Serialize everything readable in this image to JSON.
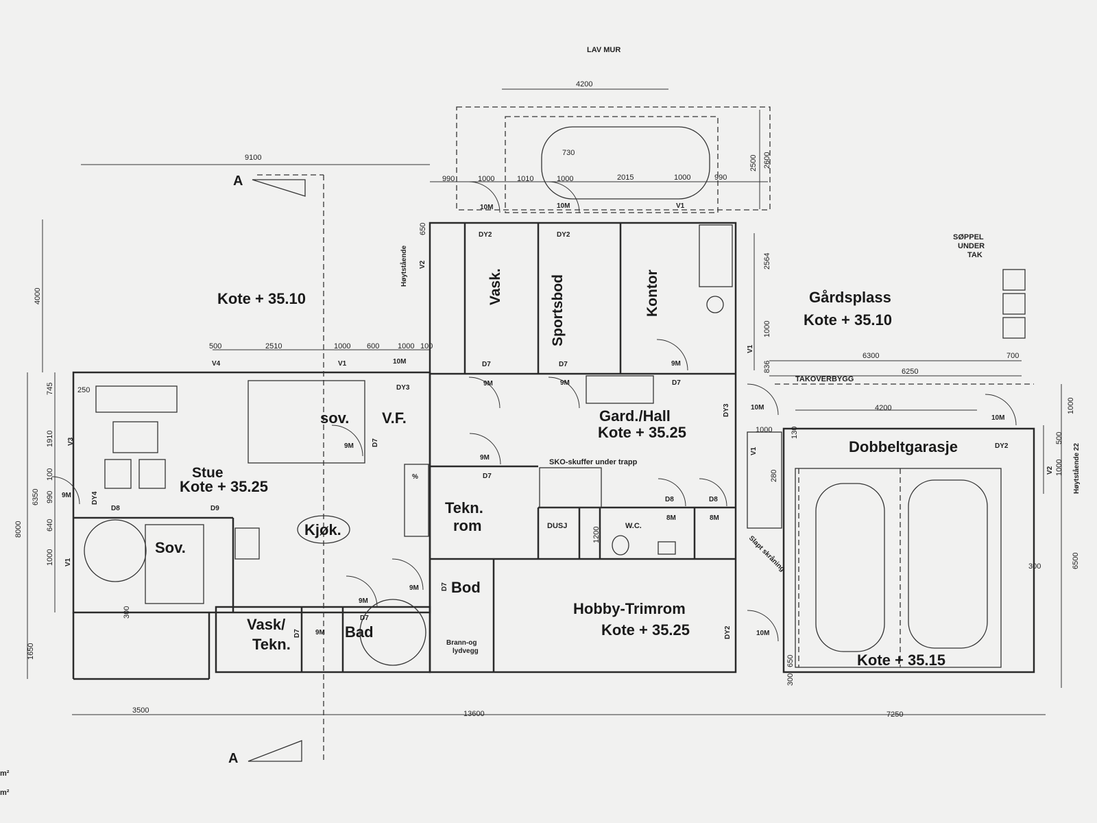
{
  "rooms": {
    "vask": "Vask.",
    "sportsbod": "Sportsbod",
    "kontor": "Kontor",
    "gardsplass_name": "Gårdsplass",
    "gardsplass_kote": "Kote + 35.10",
    "kote_left": "Kote + 35.10",
    "sov_small": "sov.",
    "vf": "V.F.",
    "hall_name": "Gard./Hall",
    "hall_kote": "Kote + 35.25",
    "garage_name": "Dobbeltgarasje",
    "garage_kote": "Kote + 35.15",
    "stue_name": "Stue",
    "stue_kote": "Kote + 35.25",
    "kjokken": "Kjøk.",
    "sov": "Sov.",
    "tekn_rom_1": "Tekn.",
    "tekn_rom_2": "rom",
    "dusj": "DUSJ",
    "wc": "W.C.",
    "bod": "Bod",
    "hobby_name": "Hobby-Trimrom",
    "hobby_kote": "Kote + 35.25",
    "vask_tekn_1": "Vask/",
    "vask_tekn_2": "Tekn.",
    "bad": "Bad"
  },
  "notes": {
    "lav_mur": "LAV MUR",
    "soppel_1": "SØPPEL",
    "soppel_2": "UNDER",
    "soppel_3": "TAK",
    "takoverbygg": "TAKOVERBYGG",
    "sko": "SKO-skuffer under trapp",
    "hoytstaende": "Høytstående",
    "hoytstaende_22": "Høytstående 22",
    "brann_1": "Brann-og",
    "brann_2": "lydvegg",
    "skraning": "Slapt skråning",
    "section_a": "A",
    "m2": "m²"
  },
  "dimensions": {
    "d4200_top": "4200",
    "d9100": "9100",
    "d4000": "4000",
    "d990a": "990",
    "d1000a": "1000",
    "d1010": "1010",
    "d1000b": "1000",
    "d2015": "2015",
    "d1000c": "1000",
    "d990b": "990",
    "d730": "730",
    "d2500": "2500",
    "d2600": "2600",
    "d650a": "650",
    "d2564": "2564",
    "d1000d": "1000",
    "d836": "836",
    "d6300": "6300",
    "d700": "700",
    "d6250": "6250",
    "d4200_mid": "4200",
    "d1000e": "1000",
    "d500a": "500",
    "d500b": "500",
    "d2510": "2510",
    "d1000f": "1000",
    "d600": "600",
    "d1000g": "1000",
    "d100": "100",
    "d745": "745",
    "d250": "250",
    "d1910": "1910",
    "d100b": "100",
    "d990c": "990",
    "d640": "640",
    "d1000h": "1000",
    "d6350": "6350",
    "d8000": "8000",
    "d1650": "1650",
    "d3500": "3500",
    "d13600": "13600",
    "d7250": "7250",
    "d6500": "6500",
    "d1000i": "1000",
    "d1000j": "1000",
    "d130": "130",
    "d280": "280",
    "d1200": "1200",
    "d300a": "300",
    "d300b": "300",
    "d650b": "650",
    "d300c": "300"
  },
  "tags": {
    "dy2_a": "DY2",
    "dy2_b": "DY2",
    "dy2_c": "DY2",
    "dy2_d": "DY2",
    "dy3_a": "DY3",
    "dy3_b": "DY3",
    "dy4": "DY4",
    "d7_a": "D7",
    "d7_b": "D7",
    "d7_c": "D7",
    "d7_d": "D7",
    "d7_e": "D7",
    "d7_f": "D7",
    "d7_g": "D7",
    "d7_h": "D7",
    "d8_a": "D8",
    "d8_b": "D8",
    "d8_c": "D8",
    "d9": "D9",
    "v1_a": "V1",
    "v1_b": "V1",
    "v1_c": "V1",
    "v1_d": "V1",
    "v1_e": "V1",
    "v2_a": "V2",
    "v2_b": "V2",
    "v3": "V3",
    "v4": "V4",
    "m10_a": "10M",
    "m10_b": "10M",
    "m10_c": "10M",
    "m10_d": "10M",
    "m10_e": "10M",
    "m10_f": "10M",
    "m9_a": "9M",
    "m9_b": "9M",
    "m9_c": "9M",
    "m9_d": "9M",
    "m9_e": "9M",
    "m9_f": "9M",
    "m9_g": "9M",
    "m9_h": "9M",
    "m9_i": "9M",
    "m8_a": "8M",
    "m8_b": "8M",
    "pct": "%"
  }
}
